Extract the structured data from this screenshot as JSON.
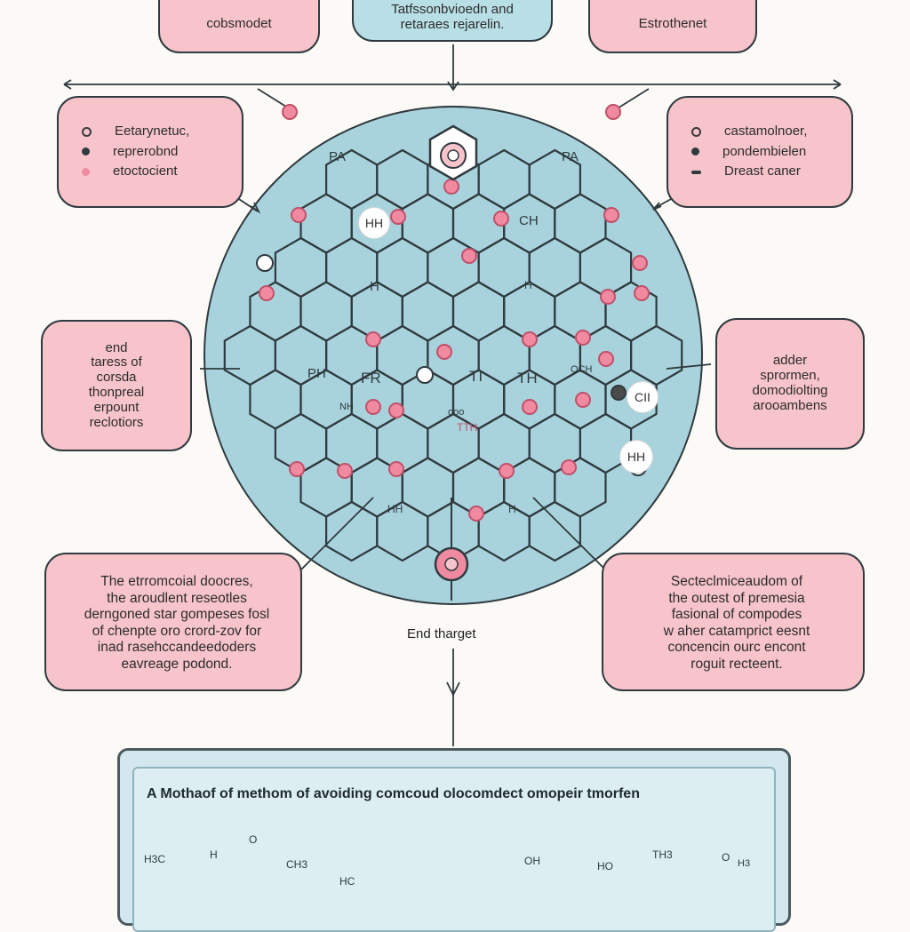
{
  "top_boxes": {
    "left": "cobsmodet",
    "center_line1": "Tatfssonbvioedn and",
    "center_line2": "retaraes rejarelin.",
    "right": "Estrothenet"
  },
  "left_list": [
    "Eetarynetuc,",
    "reprerobnd",
    "etoctocient"
  ],
  "right_list": [
    "castamolnoer,",
    "pondembielen",
    "Dreast caner"
  ],
  "mid_left_box": [
    "end",
    "taress of",
    "corsda",
    "thonpreal",
    "erpount",
    "reclotiors"
  ],
  "mid_right_box": [
    "adder",
    "sprormen,",
    "domodiolting",
    "arooambens"
  ],
  "bottom_left_para": [
    "The etrromcoial doocres,",
    "the aroudlent reseotles",
    "derngoned star gompeses fosl",
    "of chenpte oro crord-zov for",
    "inad rasehccandeedoders",
    "eavreage podond."
  ],
  "bottom_right_para": [
    "Secteclmiceaudom of",
    "the outest of premesia",
    "fasional of compodes",
    "w aher catamprict eesnt",
    "concencin ourc encont",
    "roguit recteent."
  ],
  "end_target": "End tharget",
  "molecule_labels": {
    "pa_left": "PA",
    "pa_right": "PA",
    "hh": "HH",
    "ch_top": "CH",
    "h_left": "H",
    "h_right": "H",
    "ph": "PH",
    "fr": "FR",
    "ti": "TI",
    "th": "TH",
    "och": "OCH",
    "cii": "CII",
    "hh_right": "HH",
    "hh_bottom": "HH",
    "h_bottom": "H",
    "tth": "TTH",
    "ooo": "ooo",
    "nh": "NH"
  },
  "bottom_panel": {
    "title": "A Mothaof of methom of avoiding comcoud olocomdect omopeir tmorfen",
    "labels": [
      "H3C",
      "H",
      "O",
      "CH3",
      "HC",
      "OH",
      "HO",
      "TH3",
      "O",
      "H3"
    ]
  },
  "colors": {
    "circle_fill": "#a9d3dc",
    "box_pink": "#f7c4cb",
    "atom_pink": "#f08aa0",
    "line": "#2f3a3f",
    "background": "#fbfaf6"
  }
}
